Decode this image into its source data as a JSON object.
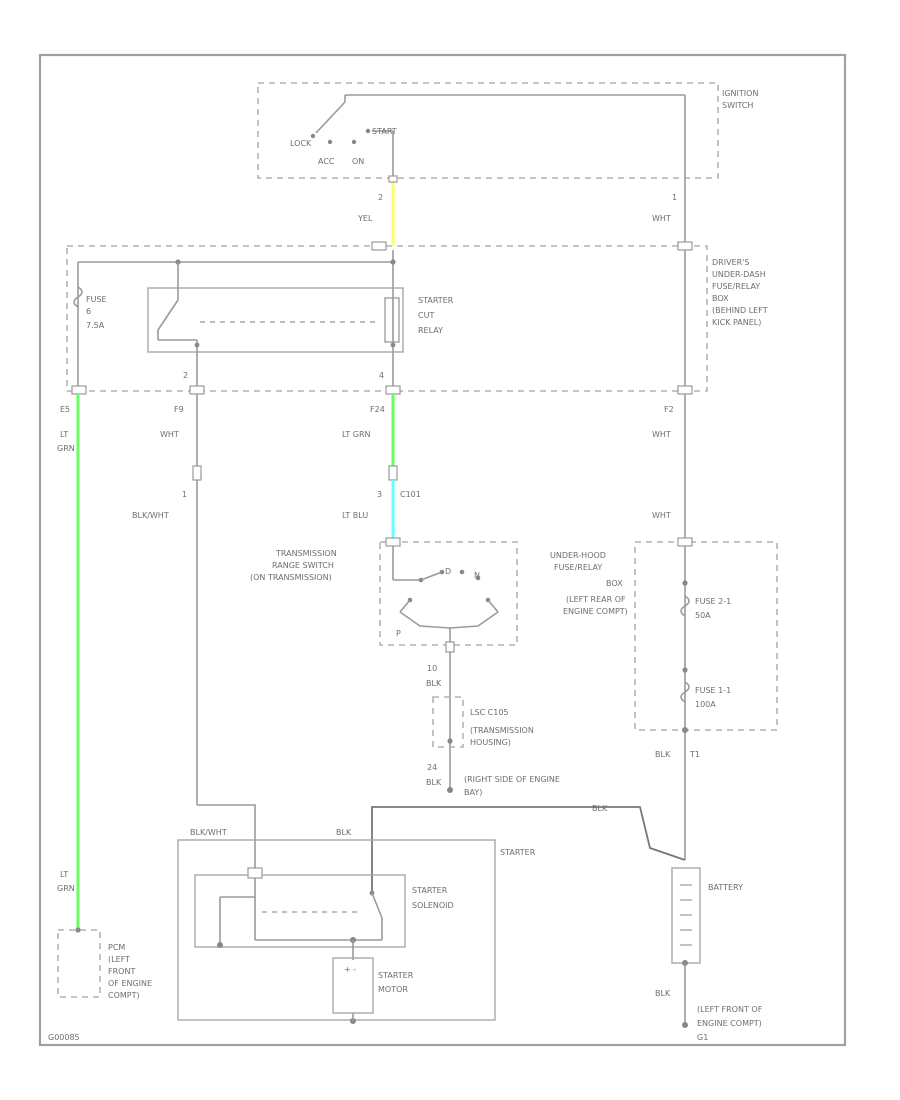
{
  "footer_code": "G00085",
  "colors": {
    "yel": "#ffff66",
    "lt_grn": "#66ff66",
    "lt_blu": "#66ffff",
    "line": "#9a9a9a"
  },
  "ignition": {
    "title_1": "IGNITION",
    "title_2": "SWITCH",
    "lock": "LOCK",
    "acc": "ACC",
    "on": "ON",
    "start": "START",
    "pin_2": "2",
    "pin_1": "1"
  },
  "underdash": {
    "line1": "DRIVER'S",
    "line2": "UNDER-DASH",
    "line3": "FUSE/RELAY",
    "line4": "BOX",
    "line5": "(BEHIND LEFT",
    "line6": "KICK PANEL)",
    "fuse_1": "FUSE",
    "fuse_2": "6",
    "fuse_3": "7.5A",
    "relay_1": "STARTER",
    "relay_2": "CUT",
    "relay_3": "RELAY",
    "pin_a": "2",
    "pin_b": "4",
    "conn_e5": "E5",
    "conn_f9": "F9",
    "conn_f24": "F24",
    "conn_f2": "F2"
  },
  "wires": {
    "yel": "YEL",
    "wht_top": "WHT",
    "lt_grn_left_1": "LT",
    "lt_grn_left_2": "GRN",
    "wht_f9": "WHT",
    "lt_grn_mid": "LT GRN",
    "wht_f2": "WHT",
    "pin_1": "1",
    "blk_wht": "BLK/WHT",
    "pin_3": "3",
    "c101": "C101",
    "lt_blu": "LT BLU",
    "wht_mid": "WHT",
    "blk_1": "BLK",
    "blk_2": "BLK",
    "blk_starter": "BLK",
    "blk_wht_2": "BLK/WHT",
    "blu": "BLK",
    "lt_grn_bot_1": "LT",
    "lt_grn_bot_2": "GRN",
    "blk_right": "BLK",
    "blk_ground": "BLK",
    "pin_10": "10",
    "pin_24": "24",
    "t1": "T1"
  },
  "trans_switch": {
    "line1": "TRANSMISSION",
    "line2": "RANGE SWITCH",
    "line3": "(ON TRANSMISSION)",
    "d": "D",
    "p": "P",
    "n": "N"
  },
  "lsc": {
    "line1": "LSC C105",
    "line2": "(TRANSMISSION",
    "line3": "HOUSING)"
  },
  "ground_right_side": {
    "line1": "(RIGHT SIDE OF ENGINE",
    "line2": "BAY)"
  },
  "underhood": {
    "line1": "UNDER-HOOD",
    "line2": "FUSE/RELAY",
    "line3": "BOX",
    "line4": "(LEFT REAR OF",
    "line5": "ENGINE COMPT)",
    "fuse_a1": "FUSE 2-1",
    "fuse_a2": "50A",
    "fuse_b1": "FUSE 1-1",
    "fuse_b2": "100A"
  },
  "starter": {
    "label": "STARTER",
    "solenoid_1": "STARTER",
    "solenoid_2": "SOLENOID",
    "motor_1": "STARTER",
    "motor_2": "MOTOR"
  },
  "battery": {
    "label": "BATTERY",
    "ground_1": "(LEFT FRONT OF",
    "ground_2": "ENGINE COMPT)",
    "ground_3": "G1"
  },
  "pcm": {
    "line1": "PCM",
    "line2": "(LEFT",
    "line3": "FRONT",
    "line4": "OF ENGINE",
    "line5": "COMPT)"
  }
}
